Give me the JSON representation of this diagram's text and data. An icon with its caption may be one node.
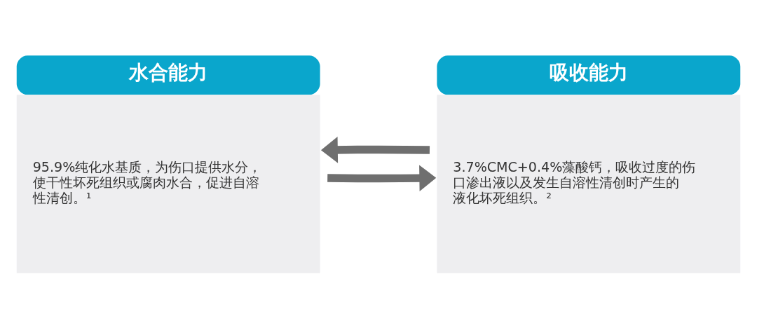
{
  "diagram": {
    "nodes": [
      {
        "text": [
          "水合能力",
          "95.9%纯化水基质，为伤口提供水分，使干性坏死组织或腐肉水合，促进自溶性清创。¹"
        ]
      },
      {
        "text": [
          "吸收能力",
          "3.7%CMC+0.4%藻酸钙，吸收过度的伤口渗出液以及发生自溶性清创时产生的液化坏死组织。²"
        ]
      }
    ],
    "edges": [
      {
        "from": 1,
        "to": 0,
        "arrow": "to"
      },
      {
        "from": 0,
        "to": 1,
        "arrow": "to"
      }
    ]
  }
}
